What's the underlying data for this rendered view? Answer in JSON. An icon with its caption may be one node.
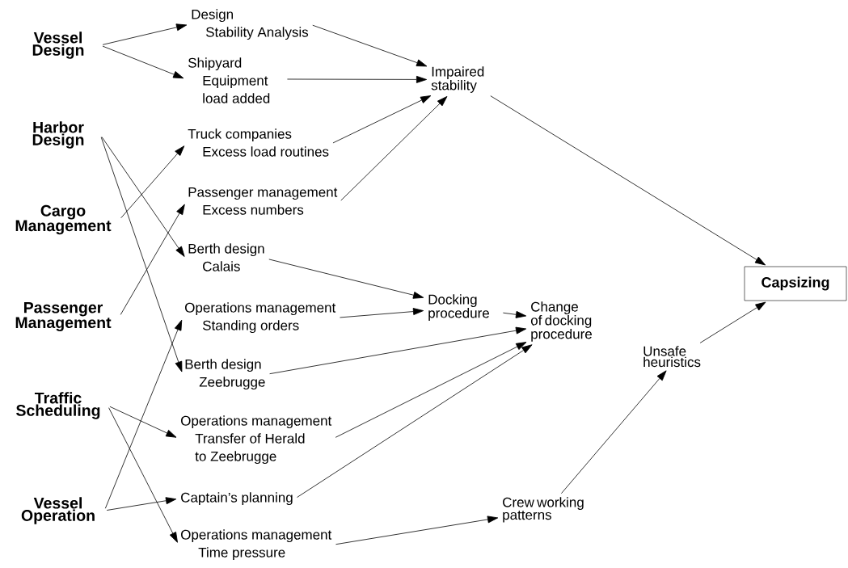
{
  "diagram": {
    "nodes": [
      {
        "text": [
          "Vessel Design"
        ]
      },
      {
        "text": [
          "Harbor Design"
        ]
      },
      {
        "text": [
          "Cargo Management"
        ]
      },
      {
        "text": [
          "Passenger Management"
        ]
      },
      {
        "text": [
          "Traffic Scheduling"
        ]
      },
      {
        "text": [
          "Vessel Operation"
        ]
      },
      {
        "text": [
          "Design",
          "Stability Analysis"
        ]
      },
      {
        "text": [
          "Shipyard",
          "Equipment load added"
        ]
      },
      {
        "text": [
          "Truck companies",
          "Excess load routines"
        ]
      },
      {
        "text": [
          "Passenger management",
          "Excess numbers"
        ]
      },
      {
        "text": [
          "Berth design",
          "Calais"
        ]
      },
      {
        "text": [
          "Operations management",
          "Standing orders"
        ]
      },
      {
        "text": [
          "Berth design",
          "Zeebrugge"
        ]
      },
      {
        "text": [
          "Operations management",
          "Transfer of Herald to Zeebrugge"
        ]
      },
      {
        "text": [
          "Captain’s planning"
        ]
      },
      {
        "text": [
          "Operations management",
          "Time pressure"
        ]
      },
      {
        "text": [
          "Impaired stability"
        ]
      },
      {
        "text": [
          "Docking procedure"
        ]
      },
      {
        "text": [
          "Change of docking procedure"
        ]
      },
      {
        "text": [
          "Capsizing"
        ]
      },
      {
        "text": [
          "Unsafe heuristics"
        ]
      },
      {
        "text": [
          "Crew working patterns"
        ]
      }
    ],
    "edges": [
      {
        "from": 0,
        "to": 6,
        "arrow": "to"
      },
      {
        "from": 0,
        "to": 7,
        "arrow": "to"
      },
      {
        "from": 1,
        "to": 10,
        "arrow": "to"
      },
      {
        "from": 1,
        "to": 12,
        "arrow": "to"
      },
      {
        "from": 2,
        "to": 8,
        "arrow": "to"
      },
      {
        "from": 3,
        "to": 9,
        "arrow": "to"
      },
      {
        "from": 4,
        "to": 13,
        "arrow": "to"
      },
      {
        "from": 4,
        "to": 15,
        "arrow": "to"
      },
      {
        "from": 5,
        "to": 11,
        "arrow": "to"
      },
      {
        "from": 5,
        "to": 14,
        "arrow": "to"
      },
      {
        "from": 6,
        "to": 16,
        "arrow": "to"
      },
      {
        "from": 7,
        "to": 16,
        "arrow": "to"
      },
      {
        "from": 8,
        "to": 16,
        "arrow": "to"
      },
      {
        "from": 9,
        "to": 16,
        "arrow": "to"
      },
      {
        "from": 10,
        "to": 17,
        "arrow": "to"
      },
      {
        "from": 11,
        "to": 17,
        "arrow": "to"
      },
      {
        "from": 17,
        "to": 18,
        "arrow": "to"
      },
      {
        "from": 12,
        "to": 18,
        "arrow": "to"
      },
      {
        "from": 13,
        "to": 18,
        "arrow": "to"
      },
      {
        "from": 14,
        "to": 18,
        "arrow": "to"
      },
      {
        "from": 15,
        "to": 21,
        "arrow": "to"
      },
      {
        "from": 21,
        "to": 20,
        "arrow": "to"
      },
      {
        "from": 20,
        "to": 19,
        "arrow": "to"
      },
      {
        "from": 16,
        "to": 19,
        "arrow": "to"
      }
    ]
  }
}
